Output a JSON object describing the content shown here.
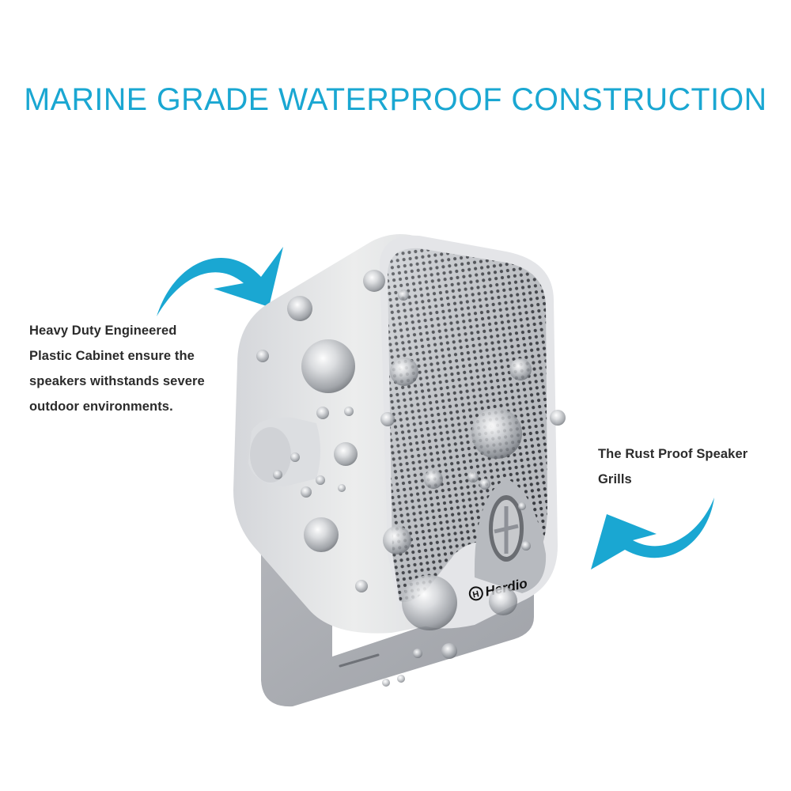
{
  "headline": "MARINE GRADE WATERPROOF CONSTRUCTION",
  "callouts": {
    "left": {
      "lines": [
        "Heavy Duty Engineered",
        "Plastic Cabinet ensure the",
        "speakers withstands severe",
        "outdoor environments."
      ]
    },
    "right": {
      "lines": [
        "The Rust Proof Speaker",
        "Grills"
      ]
    }
  },
  "product": {
    "brand_logo_text": "Herdio",
    "description": "White marine box speaker with perforated grille, tweeter, and mounting bracket covered in water droplets"
  },
  "icons": {
    "left_arrow": "curved-arrow-right-down-icon",
    "right_arrow": "curved-arrow-left-up-icon"
  },
  "colors": {
    "accent": "#1aa7d2",
    "text": "#2b2b2b",
    "cabinet": "#e6e7e9",
    "grille": "#b9bcc1",
    "bracket": "#a9abb0",
    "background": "#ffffff"
  }
}
